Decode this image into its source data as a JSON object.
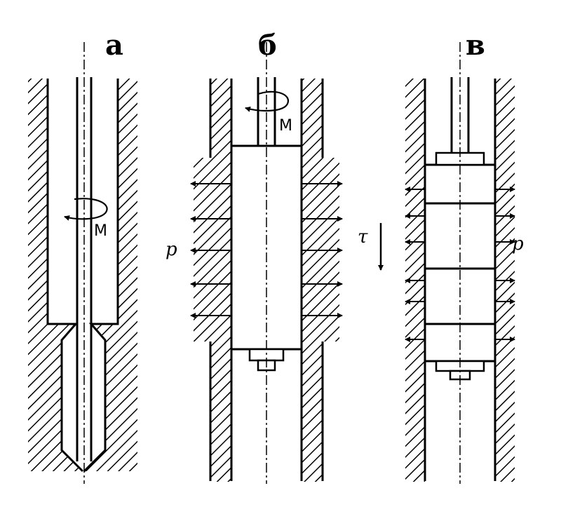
{
  "panels": [
    {
      "label": "а",
      "moment": "М"
    },
    {
      "label": "б",
      "moment": "М",
      "pressure": "p"
    },
    {
      "label": "в",
      "stress": "τ",
      "pressure": "p"
    }
  ]
}
